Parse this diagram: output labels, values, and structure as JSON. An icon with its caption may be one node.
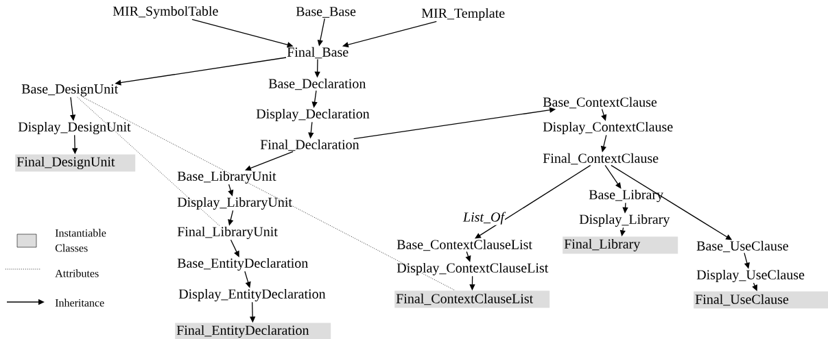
{
  "diagram": {
    "nodes": [
      {
        "text": [
          "MIR_SymbolTable"
        ]
      },
      {
        "text": [
          "Base_Base"
        ]
      },
      {
        "text": [
          "MIR_Template"
        ]
      },
      {
        "text": [
          "Final_Base"
        ]
      },
      {
        "text": [
          "Base_Declaration"
        ]
      },
      {
        "text": [
          "Base_DesignUnit"
        ]
      },
      {
        "text": [
          "Base_ContextClause"
        ]
      },
      {
        "text": [
          "Display_Declaration"
        ]
      },
      {
        "text": [
          "Display_ContextClause"
        ]
      },
      {
        "text": [
          "Display_DesignUnit"
        ]
      },
      {
        "text": [
          "Final_Declaration"
        ]
      },
      {
        "text": [
          "Final_ContextClause"
        ]
      },
      {
        "text": [
          "Final_DesignUnit"
        ]
      },
      {
        "text": [
          "Base_LibraryUnit"
        ]
      },
      {
        "text": [
          "Base_Library"
        ]
      },
      {
        "text": [
          "Display_LibraryUnit"
        ]
      },
      {
        "text": [
          "Display_Library"
        ]
      },
      {
        "text": [
          "Final_LibraryUnit"
        ]
      },
      {
        "text": [
          "Final_Library"
        ]
      },
      {
        "text": [
          "Base_ContextClauseList"
        ]
      },
      {
        "text": [
          "Base_UseClause"
        ]
      },
      {
        "text": [
          "Base_EntityDeclaration"
        ]
      },
      {
        "text": [
          "Display_ContextClauseList"
        ]
      },
      {
        "text": [
          "Display_UseClause"
        ]
      },
      {
        "text": [
          "Display_EntityDeclaration"
        ]
      },
      {
        "text": [
          "Final_ContextClauseList"
        ]
      },
      {
        "text": [
          "Final_UseClause"
        ]
      },
      {
        "text": [
          "Final_EntityDeclaration"
        ]
      }
    ],
    "edges": [
      {
        "from": 0,
        "to": 3,
        "arrow": "to"
      },
      {
        "from": 1,
        "to": 3,
        "arrow": "to"
      },
      {
        "from": 2,
        "to": 3,
        "arrow": "to"
      },
      {
        "from": 3,
        "to": 5,
        "arrow": "to"
      },
      {
        "from": 3,
        "to": 4,
        "arrow": "to"
      },
      {
        "from": 4,
        "to": 7,
        "arrow": "to"
      },
      {
        "from": 7,
        "to": 10,
        "arrow": "to"
      },
      {
        "from": 10,
        "to": 13,
        "arrow": "to"
      },
      {
        "from": 10,
        "to": 6,
        "arrow": "to"
      },
      {
        "from": 5,
        "to": 9,
        "arrow": "to"
      },
      {
        "from": 9,
        "to": 12,
        "arrow": "to"
      },
      {
        "from": 6,
        "to": 8,
        "arrow": "to"
      },
      {
        "from": 8,
        "to": 11,
        "arrow": "to"
      },
      {
        "from": 11,
        "to": 19,
        "arrow": "to",
        "label": "List_Of"
      },
      {
        "from": 11,
        "to": 14,
        "arrow": "to"
      },
      {
        "from": 11,
        "to": 20,
        "arrow": "to"
      },
      {
        "from": 14,
        "to": 16,
        "arrow": "to"
      },
      {
        "from": 16,
        "to": 18,
        "arrow": "to"
      },
      {
        "from": 13,
        "to": 15,
        "arrow": "to"
      },
      {
        "from": 15,
        "to": 17,
        "arrow": "to"
      },
      {
        "from": 17,
        "to": 21,
        "arrow": "to"
      },
      {
        "from": 21,
        "to": 24,
        "arrow": "to"
      },
      {
        "from": 24,
        "to": 27,
        "arrow": "to"
      },
      {
        "from": 19,
        "to": 22,
        "arrow": "to"
      },
      {
        "from": 22,
        "to": 25,
        "arrow": "to"
      },
      {
        "from": 20,
        "to": 23,
        "arrow": "to"
      },
      {
        "from": 23,
        "to": 26,
        "arrow": "to"
      },
      {
        "from": 5,
        "to": 17,
        "arrow": "none",
        "style": "dashed"
      },
      {
        "from": 5,
        "to": 25,
        "arrow": "none",
        "style": "dashed"
      }
    ],
    "legend": [
      {
        "text": "Instantiable Classes",
        "color": "#dddddd"
      },
      {
        "text": "Attributes"
      },
      {
        "text": "Inheritance"
      }
    ]
  }
}
